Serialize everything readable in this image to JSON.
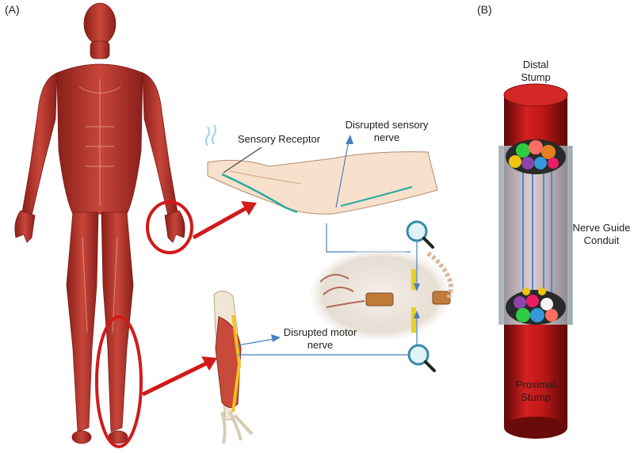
{
  "panels": {
    "a_label": "(A)",
    "b_label": "(B)"
  },
  "labels": {
    "sensory_receptor": "Sensory Receptor",
    "disrupted_sensory_line1": "Disrupted sensory",
    "disrupted_sensory_line2": "nerve",
    "disrupted_motor_line1": "Disrupted motor",
    "disrupted_motor_line2": "nerve",
    "distal_line1": "Distal",
    "distal_line2": "Stump",
    "proximal_line1": "Proximal",
    "proximal_line2": "Stump",
    "conduit_line1": "Nerve Guide",
    "conduit_line2": "Conduit"
  },
  "icons": [
    "magnifier-icon",
    "magnifier-icon"
  ],
  "colors": {
    "muscle": "#b8322a",
    "muscle_dark": "#8a1f1a",
    "highlight_circle": "#d11a1a",
    "arrow": "#d11a1a",
    "leader_line": "#4a7fc0",
    "stump": "#b01010",
    "conduit": "#c9d3da",
    "fascicles": [
      "#2ecc40",
      "#8e44ad",
      "#ff6f61",
      "#f1c40f",
      "#3498db",
      "#e67e22",
      "#f5f5f5",
      "#e91e63"
    ]
  }
}
